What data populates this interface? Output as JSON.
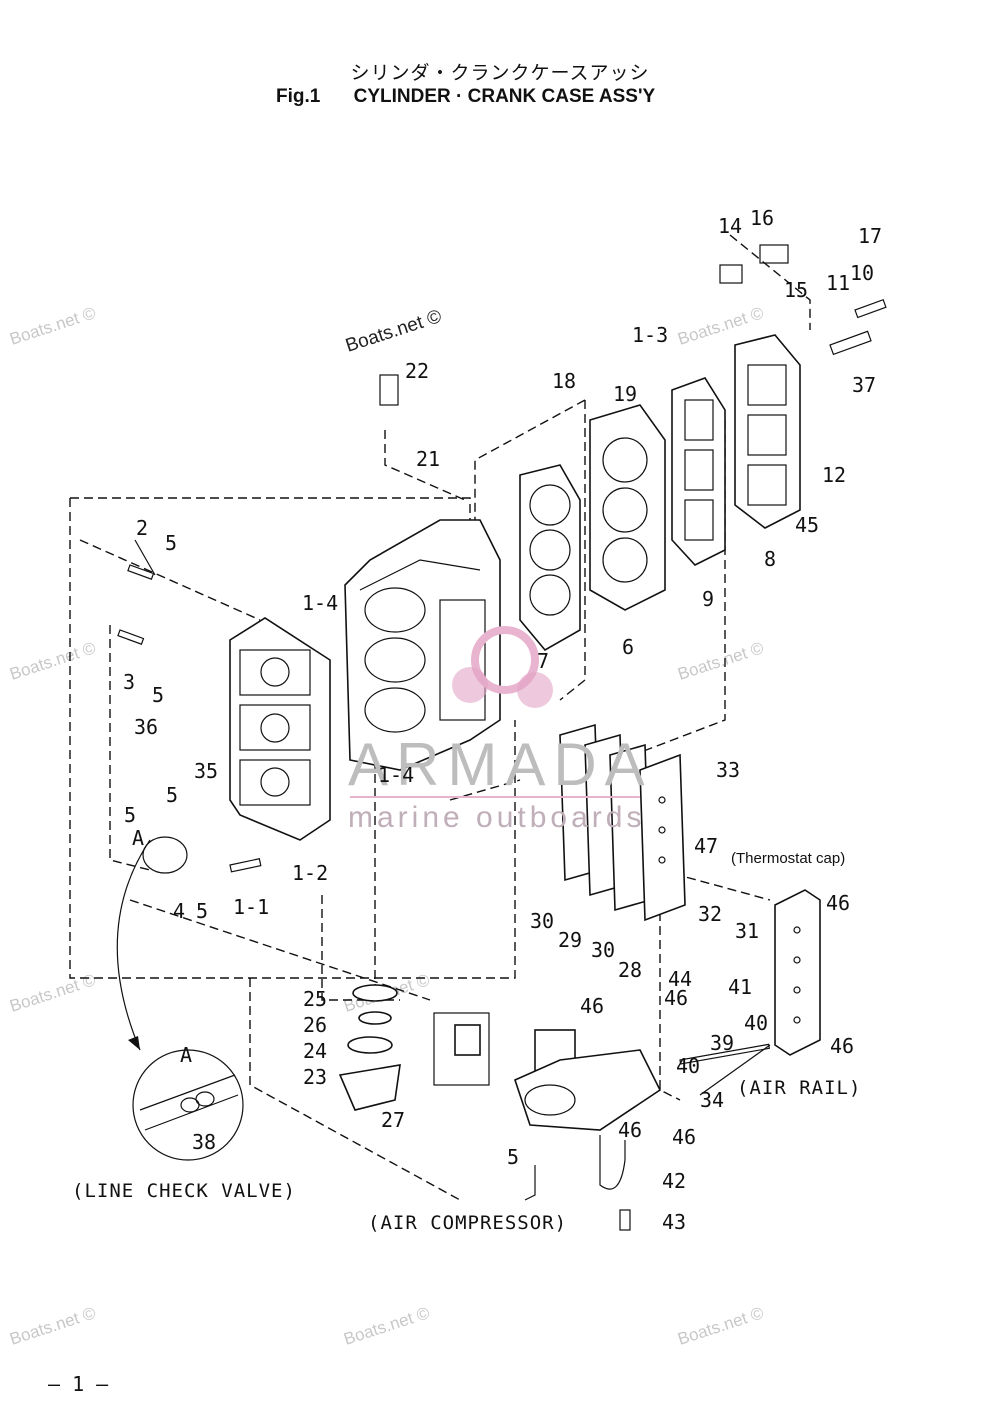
{
  "header": {
    "title_jp": "シリンダ・クランクケースアッシ",
    "fig_label": "Fig.1",
    "title_en": "CYLINDER · CRANK CASE ASS'Y"
  },
  "captions": {
    "line_check_valve": "(LINE CHECK VALVE)",
    "air_compressor": "(AIR COMPRESSOR)",
    "air_rail": "(AIR RAIL)",
    "thermostat_cap": "(Thermostat cap)",
    "detail_a": "A",
    "detail_a_small": "A"
  },
  "watermarks": {
    "site": "Boats.net ©",
    "brand": "ARMADA",
    "brand_sub": "marine outboards"
  },
  "page_number": "— 1 —",
  "parts": {
    "p14": "14",
    "p16": "16",
    "p17": "17",
    "p15": "15",
    "p11": "11",
    "p10": "10",
    "p13": "1-3",
    "p37": "37",
    "p18": "18",
    "p19": "19",
    "p22": "22",
    "p21": "21",
    "p12": "12",
    "p45": "45",
    "p8": "8",
    "p9": "9",
    "p6": "6",
    "p7": "7",
    "p2": "2",
    "p5a": "5",
    "p14b": "1-4",
    "p3": "3",
    "p5b": "5",
    "p36": "36",
    "p35": "35",
    "p14c": "1-4",
    "p33": "33",
    "p47": "47",
    "p5c": "5",
    "p5d": "5",
    "p12b": "1-2",
    "p11b": "1-1",
    "p4": "4",
    "p5e": "5",
    "p46a": "46",
    "p32": "32",
    "p31": "31",
    "p30a": "30",
    "p29": "29",
    "p30b": "30",
    "p28": "28",
    "p44": "44",
    "p41": "41",
    "p46b": "46",
    "p40a": "40",
    "p46c": "46",
    "p39": "39",
    "p40b": "40",
    "p34": "34",
    "p46d": "46",
    "p46e": "46",
    "p25": "25",
    "p26": "26",
    "p24": "24",
    "p23": "23",
    "p27": "27",
    "p46f": "46",
    "p5f": "5",
    "p42": "42",
    "p43": "43",
    "p38": "38"
  }
}
